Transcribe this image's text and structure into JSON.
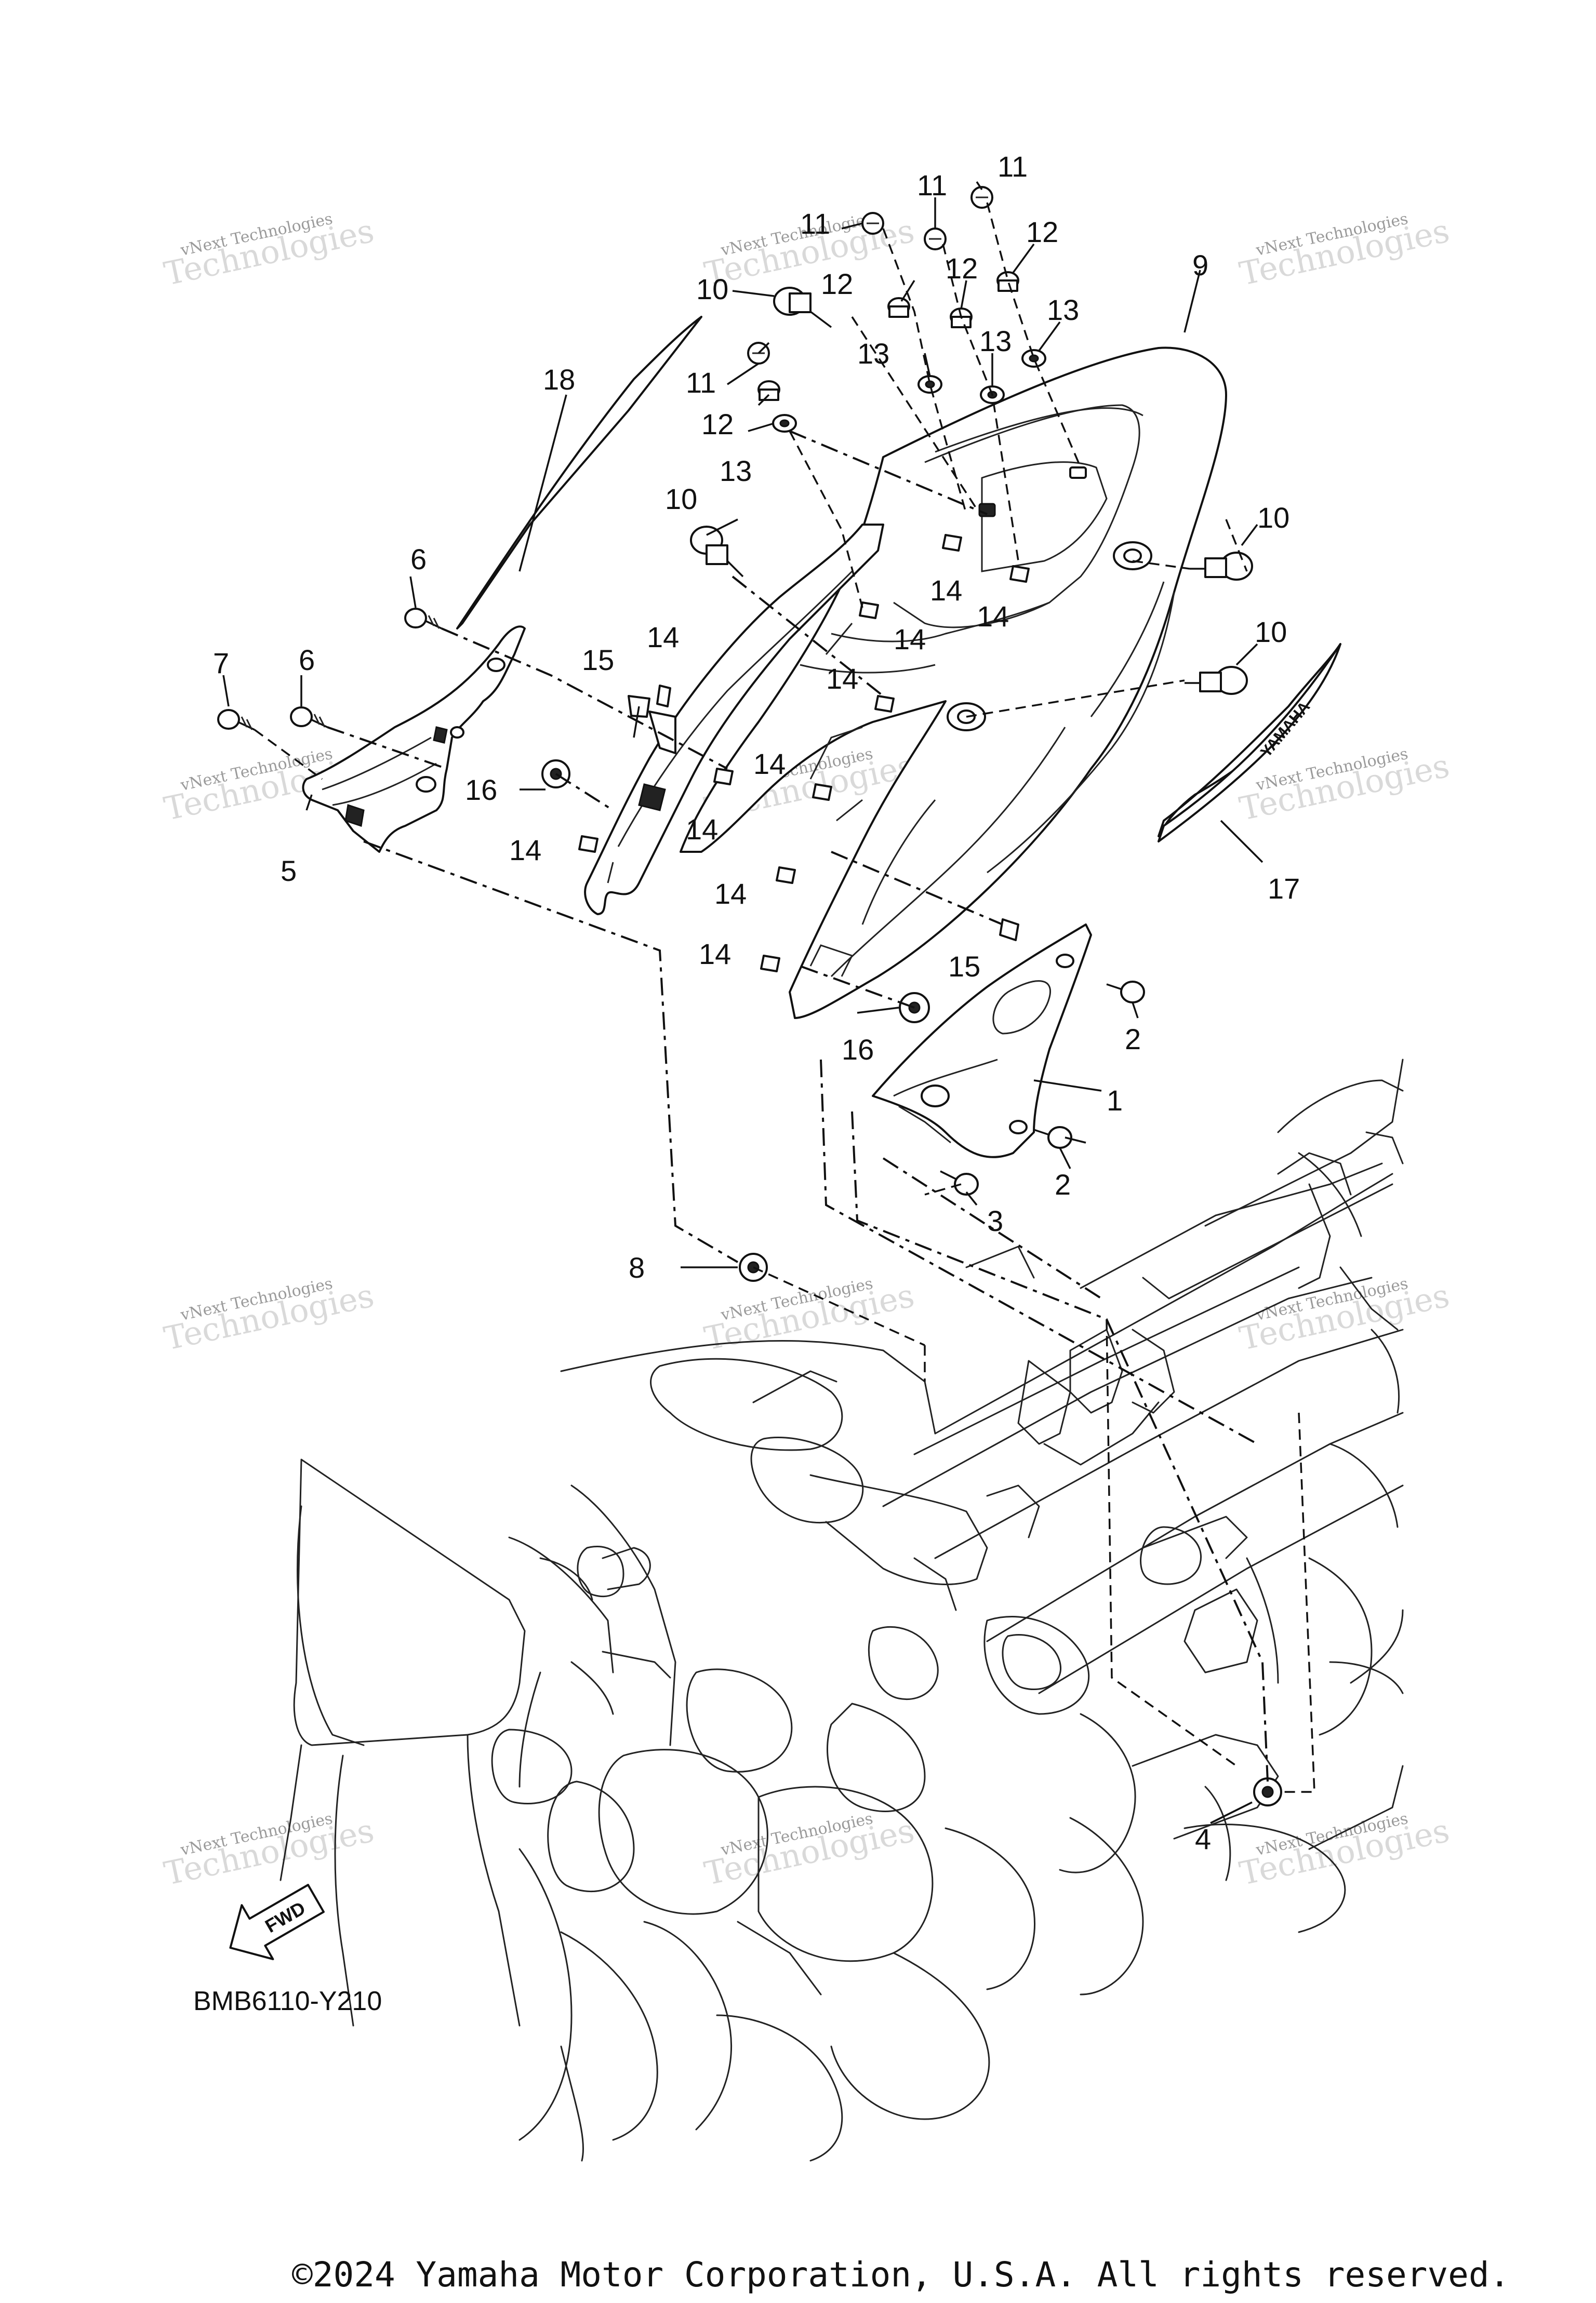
{
  "diagram_code": "BMB6110-Y210",
  "fwd_label": "FWD",
  "decal_text": "YAMAHA",
  "copyright": "©2024 Yamaha Motor Corporation, U.S.A. All rights reserved.",
  "watermark": {
    "line1": "vNext Technologies",
    "line2": "Technologies"
  },
  "callouts": {
    "p1": "1",
    "p2a": "2",
    "p2b": "2",
    "p3": "3",
    "p4": "4",
    "p5": "5",
    "p6a": "6",
    "p6b": "6",
    "p7": "7",
    "p8": "8",
    "p9": "9",
    "p10a": "10",
    "p10b": "10",
    "p10c": "10",
    "p10d": "10",
    "p11a": "11",
    "p11b": "11",
    "p11c": "11",
    "p11d": "11",
    "p12a": "12",
    "p12b": "12",
    "p12c": "12",
    "p12d": "12",
    "p13a": "13",
    "p13b": "13",
    "p13c": "13",
    "p13d": "13",
    "p14a": "14",
    "p14b": "14",
    "p14c": "14",
    "p14d": "14",
    "p14e": "14",
    "p14f": "14",
    "p14g": "14",
    "p14h": "14",
    "p14i": "14",
    "p14j": "14",
    "p15a": "15",
    "p15b": "15",
    "p16a": "16",
    "p16b": "16",
    "p17": "17",
    "p18": "18"
  }
}
